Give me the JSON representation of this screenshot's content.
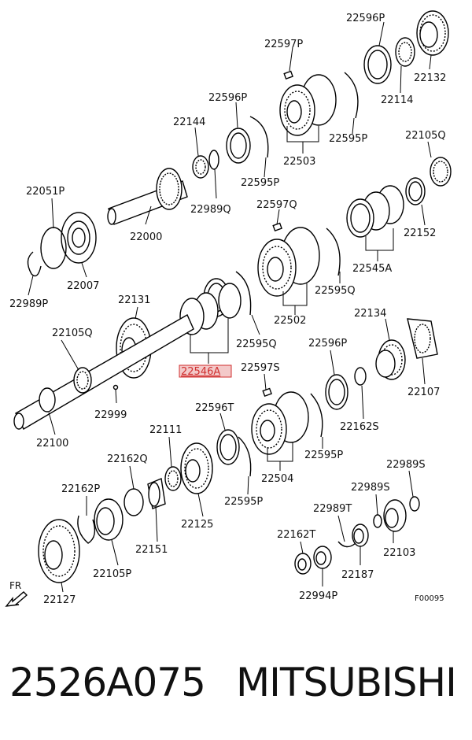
{
  "diagram": {
    "labels": {
      "l22596P_a": "22596P",
      "l22597P": "22597P",
      "l22132": "22132",
      "l22114": "22114",
      "l22596P_b": "22596P",
      "l22144": "22144",
      "l22503": "22503",
      "l22595P_a": "22595P",
      "l22105Q_a": "22105Q",
      "l22595P_b": "22595P",
      "l22989Q": "22989Q",
      "l22051P": "22051P",
      "l22597Q": "22597Q",
      "l22000": "22000",
      "l22152": "22152",
      "l22007": "22007",
      "l22545A": "22545A",
      "l22989P": "22989P",
      "l22595Q_a": "22595Q",
      "l22131": "22131",
      "l22502": "22502",
      "l22105Q_b": "22105Q",
      "l22134": "22134",
      "l22595Q_b": "22595Q",
      "l22596P_c": "22596P",
      "l22546A": "22546A",
      "l22597S": "22597S",
      "l22107": "22107",
      "l22999": "22999",
      "l22596T": "22596T",
      "l22162S": "22162S",
      "l22100": "22100",
      "l22111": "22111",
      "l22595P_c": "22595P",
      "l22162Q": "22162Q",
      "l22504": "22504",
      "l22989S_a": "22989S",
      "l22162P": "22162P",
      "l22989S_b": "22989S",
      "l22595P_d": "22595P",
      "l22989T": "22989T",
      "l22125": "22125",
      "l22162T": "22162T",
      "l22103": "22103",
      "l22151": "22151",
      "l22187": "22187",
      "l22105P": "22105P",
      "l22127": "22127",
      "l22994P": "22994P"
    },
    "highlighted_part": "22546A",
    "highlight_color": "#d03030",
    "direction_marker": "FR",
    "direction_icon": "arrow-down-left-icon",
    "figure_code": "F00095"
  },
  "footer": {
    "part_number": "2526A075",
    "brand": "MITSUBISHI"
  }
}
